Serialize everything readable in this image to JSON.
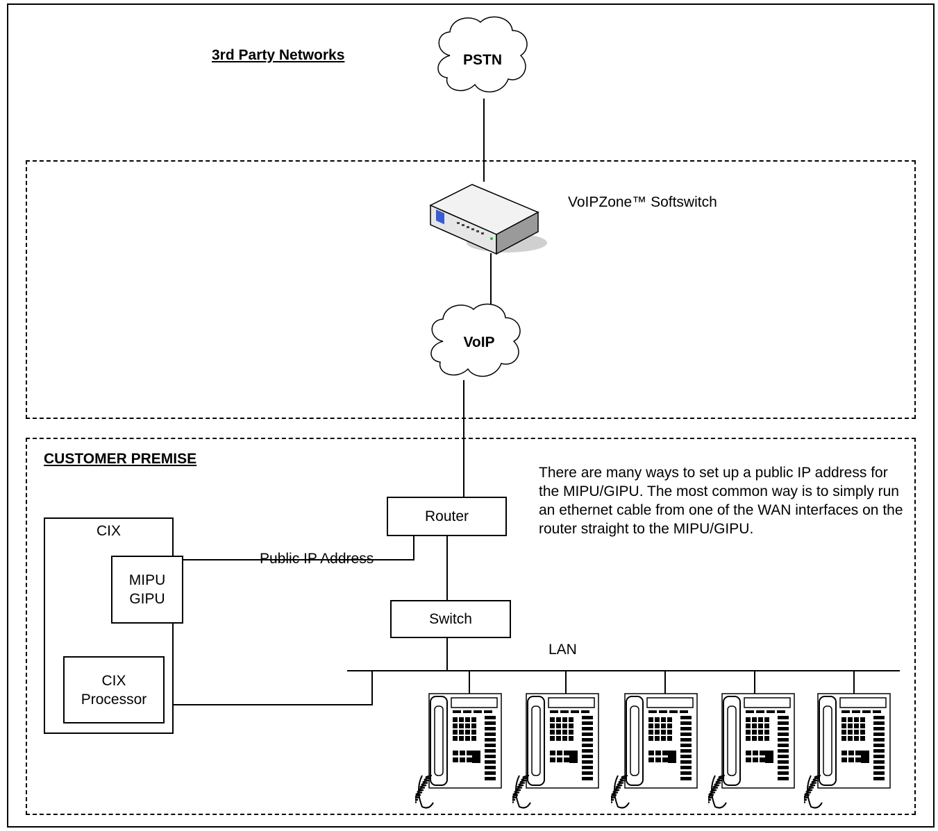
{
  "headings": {
    "third_party": "3rd Party Networks",
    "customer_premise": "CUSTOMER PREMISE"
  },
  "clouds": {
    "pstn": "PSTN",
    "voip": "VoIP"
  },
  "softswitch": {
    "label": "VoIPZone™ Softswitch"
  },
  "devices": {
    "router": "Router",
    "switch": "Switch",
    "cix": "CIX",
    "mipu": "MIPU",
    "gipu": "GIPU",
    "cix_processor_line1": "CIX",
    "cix_processor_line2": "Processor"
  },
  "links": {
    "public_ip": "Public IP Address",
    "lan": "LAN"
  },
  "note": "There are many ways to set up a public IP address for the MIPU/GIPU. The most common way is to simply run an ethernet cable from one of the WAN interfaces on the router straight to the MIPU/GIPU.",
  "icons": {
    "cloud": "cloud-icon",
    "softswitch": "softswitch-device-icon",
    "phone": "desk-phone-icon"
  },
  "phones": [
    "phone-1",
    "phone-2",
    "phone-3",
    "phone-4",
    "phone-5"
  ]
}
